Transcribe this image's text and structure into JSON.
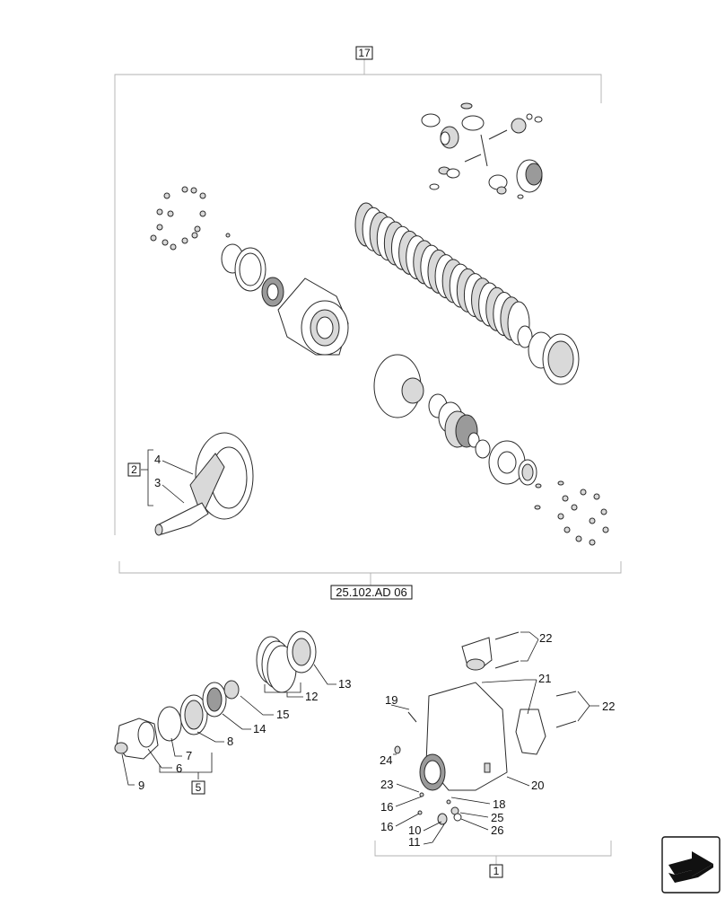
{
  "top_group": {
    "box_label": "17",
    "reference": "25.102.AD 06",
    "subgroup_box": "2",
    "callouts": [
      "4",
      "3"
    ]
  },
  "left_group": {
    "box_label": "5",
    "callouts": [
      "13",
      "12",
      "15",
      "14",
      "8",
      "7",
      "6",
      "9"
    ]
  },
  "right_group": {
    "box_label": "1",
    "callouts": [
      "22",
      "21",
      "22",
      "19",
      "24",
      "20",
      "23",
      "18",
      "16",
      "25",
      "16",
      "10",
      "26",
      "11"
    ]
  },
  "nav_icon": "next-page-arrow-icon"
}
